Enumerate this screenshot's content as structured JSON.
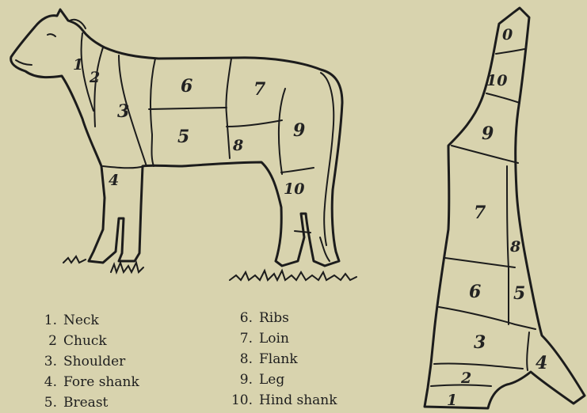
{
  "legend": [
    {
      "num": "1.",
      "name": "Neck"
    },
    {
      "num": "2",
      "name": "Chuck"
    },
    {
      "num": "3.",
      "name": "Shoulder"
    },
    {
      "num": "4.",
      "name": "Fore shank"
    },
    {
      "num": "5.",
      "name": "Breast"
    },
    {
      "num": "6.",
      "name": "Ribs"
    },
    {
      "num": "7.",
      "name": "Loin"
    },
    {
      "num": "8.",
      "name": "Flank"
    },
    {
      "num": "9.",
      "name": "Leg"
    },
    {
      "num": "10.",
      "name": "Hind shank"
    }
  ],
  "calf_labels": [
    "1",
    "2",
    "3",
    "4",
    "5",
    "6",
    "7",
    "8",
    "9",
    "10"
  ],
  "side_labels": [
    "0",
    "10",
    "9",
    "7",
    "8",
    "6",
    "5",
    "3",
    "4",
    "2",
    "1"
  ],
  "colors": {
    "paper": "#d8d3ae",
    "ink": "#1c1c1c"
  }
}
